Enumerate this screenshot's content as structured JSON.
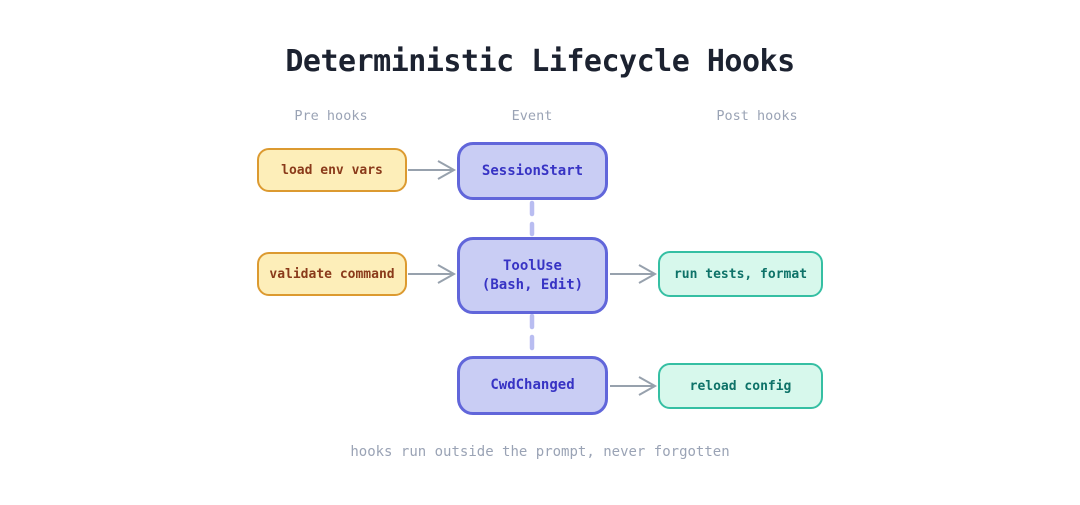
{
  "title": "Deterministic Lifecycle Hooks",
  "column_headers": {
    "pre": "Pre hooks",
    "event": "Event",
    "post": "Post hooks"
  },
  "nodes": {
    "load_env_vars": "load env vars",
    "session_start": "SessionStart",
    "validate_command": "validate command",
    "tool_use": {
      "line1": "ToolUse",
      "line2": "(Bash, Edit)"
    },
    "run_tests": "run tests, format",
    "cwd_changed": "CwdChanged",
    "reload_config": "reload config"
  },
  "footer": "hooks run outside the prompt, never forgotten",
  "colors": {
    "title_color": "#1c2230",
    "muted_color": "#9aa3b5",
    "amber_fill": "#fdeeb9",
    "amber_border": "#dc9a30",
    "amber_text": "#8a3a1a",
    "indigo_fill": "#c9cdf4",
    "indigo_border": "#6166da",
    "indigo_text": "#3733c4",
    "teal_fill": "#d7f8ec",
    "teal_border": "#35bfa3",
    "teal_text": "#0d7268",
    "arrow_color": "#97a1ad",
    "connector_color": "#b9bdf1"
  }
}
